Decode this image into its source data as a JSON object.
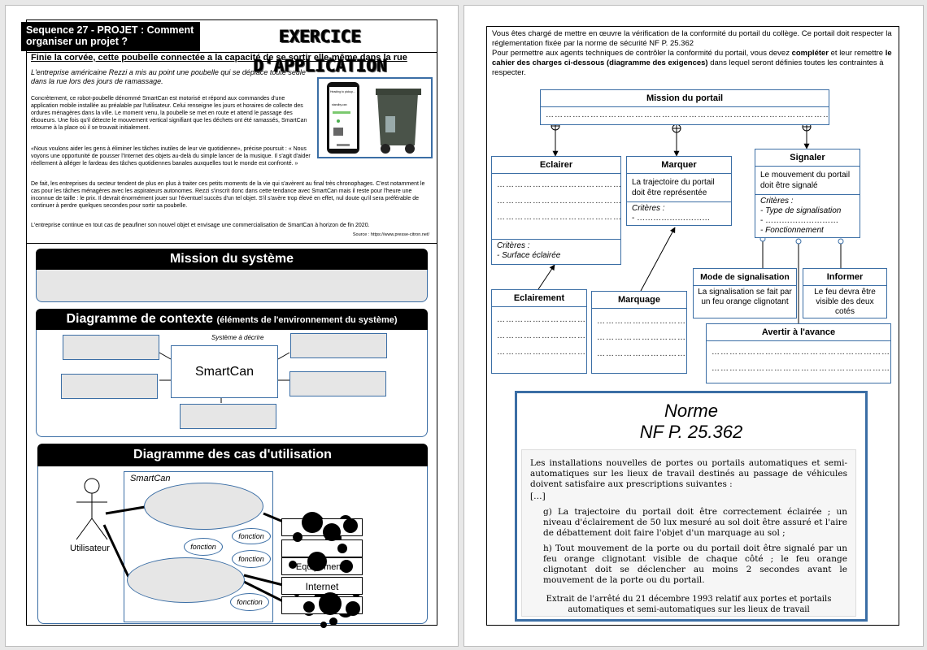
{
  "left": {
    "sequence_title": "Sequence 27 - PROJET : Comment organiser un projet ?",
    "exercise_title": "EXERCICE D'APPLICATION",
    "headline": "Finie la corvée, cette poubelle connectée a la capacité de se sortir elle-même dans la rue",
    "lead": "L'entreprise américaine Rezzi a mis au point une poubelle qui se déplace toute seule dans la rue lors des jours de ramassage.",
    "para1": "Concrètement, ce robot-poubelle dénommé SmartCan est motorisé et répond aux commandes d'une application mobile installée au préalable par l'utilisateur. Celui renseigne les jours et horaires de collecte des ordures ménagères dans la ville. Le moment venu, la poubelle se met en route et attend le passage des éboueurs. Une fois qu'il détecte le mouvement vertical signifiant que les déchets ont été ramassés, SmartCan retourne à la place où il se trouvait initialement.",
    "para2": "«Nous voulons aider les gens à éliminer les tâches inutiles de leur vie quotidienne», précise poursuit : « Nous voyons une opportunité de pousser l'Internet des objets au-delà du simple lancer de la musique. Il s'agit d'aider réellement à alléger le fardeau des tâches quotidiennes banales auxquelles tout le monde est confronté. »",
    "para3": "De fait, les entreprises du secteur tendent de plus en plus à traiter ces petits moments de la vie qui s'avèrent au final très chronophages. C'est notamment le cas pour les tâches ménagères avec les aspirateurs autonomes. Rezzi s'inscrit donc dans cette tendance avec SmartCan mais il reste pour l'heure une inconnue de taille : le prix. Il devrait énormément jouer sur l'éventuel succès d'un tel objet. S'il s'avère trop élevé en effet, nul doute qu'il sera préférable de continuer à perdre quelques secondes pour sortir sa poubelle.",
    "para4": "L'entreprise continue en tout cas de peaufiner son nouvel objet et envisage une commercialisation de SmartCan à horizon de fin 2020.",
    "source": "Source : https://www.presse-citron.net/",
    "phone_text1": "Heading to pickup...",
    "phone_text2": "standby.can",
    "mission_title": "Mission du système",
    "context_title": "Diagramme de contexte",
    "context_subtitle": "(éléments de l'environnement du système)",
    "system_caption": "Système à décrire",
    "system_name": "SmartCan",
    "usecase_title": "Diagramme des cas d'utilisation",
    "usecase_system": "SmartCan",
    "actor": "Utilisateur",
    "fonction": "fonction",
    "ext_equip": "Equipements",
    "ext_internet": "Internet"
  },
  "right": {
    "intro1": "Vous êtes chargé de mettre en œuvre la vérification de la conformité du portail du collège. Ce portail doit respecter la réglementation fixée par la norme de sécurité NF P. 25.362",
    "intro2_a": "Pour permettre aux agents techniques de contrôler la conformité du portail, vous devez ",
    "intro2_b": "compléter",
    "intro2_c": " et leur remettre ",
    "intro2_d": "le cahier des charges ci-dessous (diagramme des exigences)",
    "intro2_e": "  dans lequel seront définies toutes les contraintes à respecter.",
    "dots_long": "………………………………………………………………………………………………………",
    "dots_mid": "…………………………………………",
    "dots_short": "- ………………………",
    "mission": "Mission du portail",
    "eclairer": "Eclairer",
    "criteres": "Critères :",
    "surface": "- Surface éclairée",
    "marquer": "Marquer",
    "marquer_text": "La trajectoire du portail doit être représentée",
    "signaler": "Signaler",
    "signaler_text": "Le mouvement du portail doit être signalé",
    "sig_c1": "- Type de signalisation",
    "sig_c3": "- Fonctionnement",
    "eclairement": "Eclairement",
    "marquage": "Marquage",
    "mode": "Mode de signalisation",
    "mode_text": "La signalisation se fait par un feu orange clignotant",
    "informer": "Informer",
    "informer_text": "Le feu devra être visible des deux cotés",
    "avertir": "Avertir à l'avance",
    "norme1": "Norme",
    "norme2": "NF P. 25.362",
    "scan_p1": "Les installations nouvelles de portes ou portails automatiques et semi-automatiques sur les lieux de travail destinés au passage de véhicules doivent satisfaire aux prescriptions suivantes :",
    "scan_ellipsis": "[…]",
    "scan_g": "g) La trajectoire du portail doit être correctement éclairée ; un niveau d'éclairement de 50 lux mesuré au sol doit être assuré et l'aire de débattement doit faire l'objet d'un marquage au sol ;",
    "scan_h": "h) Tout mouvement de la porte ou du portail doit être signalé par un feu orange clignotant visible de chaque côté ; le feu orange clignotant doit se déclencher au moins 2 secondes avant le mouvement de la porte ou du portail.",
    "scan_caption": "Extrait de l'arrêté du 21 décembre 1993 relatif aux portes et portails automatiques et semi-automatiques sur les lieux de travail"
  },
  "colors": {
    "accent": "#3b6ea5",
    "panel_grey": "#e6e6e6",
    "band": "#000000"
  }
}
